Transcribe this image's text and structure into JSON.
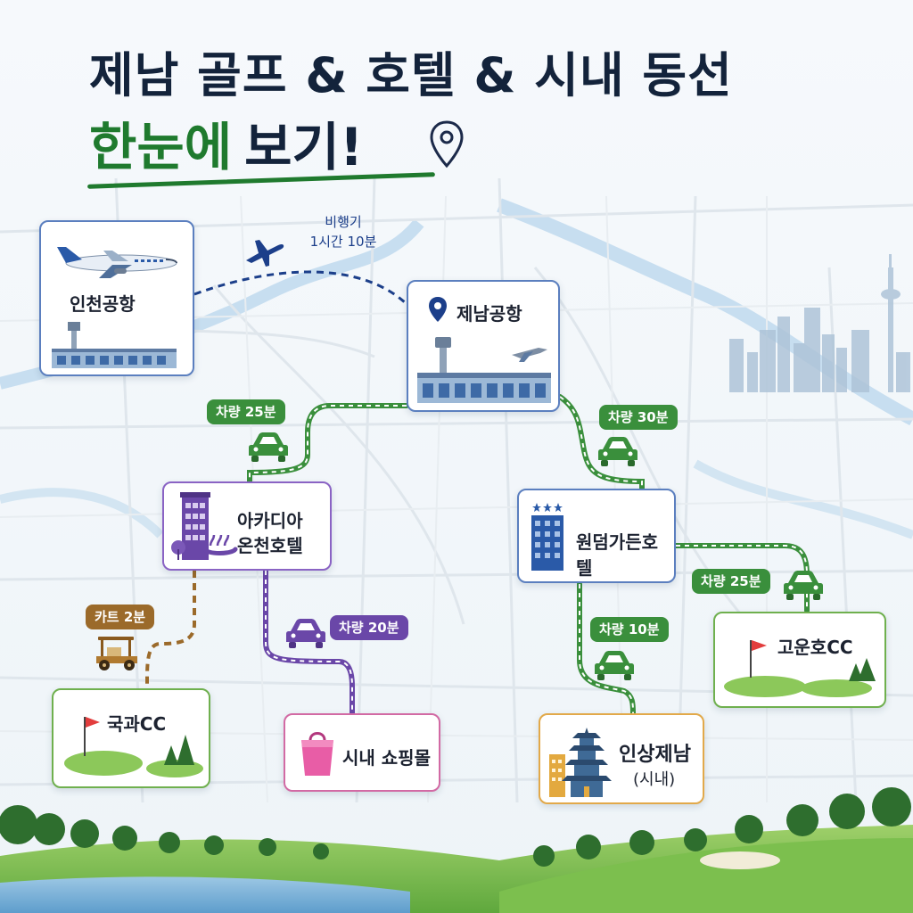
{
  "title": {
    "line1": "제남 골프 & 호텔 & 시내 동선",
    "line2_highlight": "한눈에",
    "line2_rest": "보기!"
  },
  "flight": {
    "mode": "비행기",
    "duration": "1시간 10분"
  },
  "nodes": {
    "incheon": "인천공항",
    "jinan_airport": "제남공항",
    "arcadia_line1": "아카디아",
    "arcadia_line2": "온천호텔",
    "wyndham": "원덤가든호텔",
    "guoguo": "국과CC",
    "shopping": "시내 쇼핑몰",
    "impression_line1": "인상제남",
    "impression_line2": "(시내)",
    "gaoyun": "고운호CC"
  },
  "routes": {
    "airport_to_arcadia": "차량 25분",
    "airport_to_wyndham": "차량 30분",
    "arcadia_to_guoguo": "카트 2분",
    "arcadia_to_shopping": "차량 20분",
    "wyndham_to_impression": "차량 10분",
    "wyndham_to_gaoyun": "차량 25분"
  },
  "colors": {
    "title_dark": "#13233b",
    "title_green": "#1f7a2e",
    "flight_blue": "#1c3f8a",
    "route_green": "#3a8f3c",
    "route_purple": "#6a47a8",
    "route_brown": "#9b6a2a"
  },
  "icons": [
    "airplane-icon",
    "location-pin-icon",
    "car-icon",
    "golf-cart-icon",
    "golf-flag-icon",
    "shopping-bag-icon",
    "hotel-icon",
    "pagoda-icon"
  ]
}
